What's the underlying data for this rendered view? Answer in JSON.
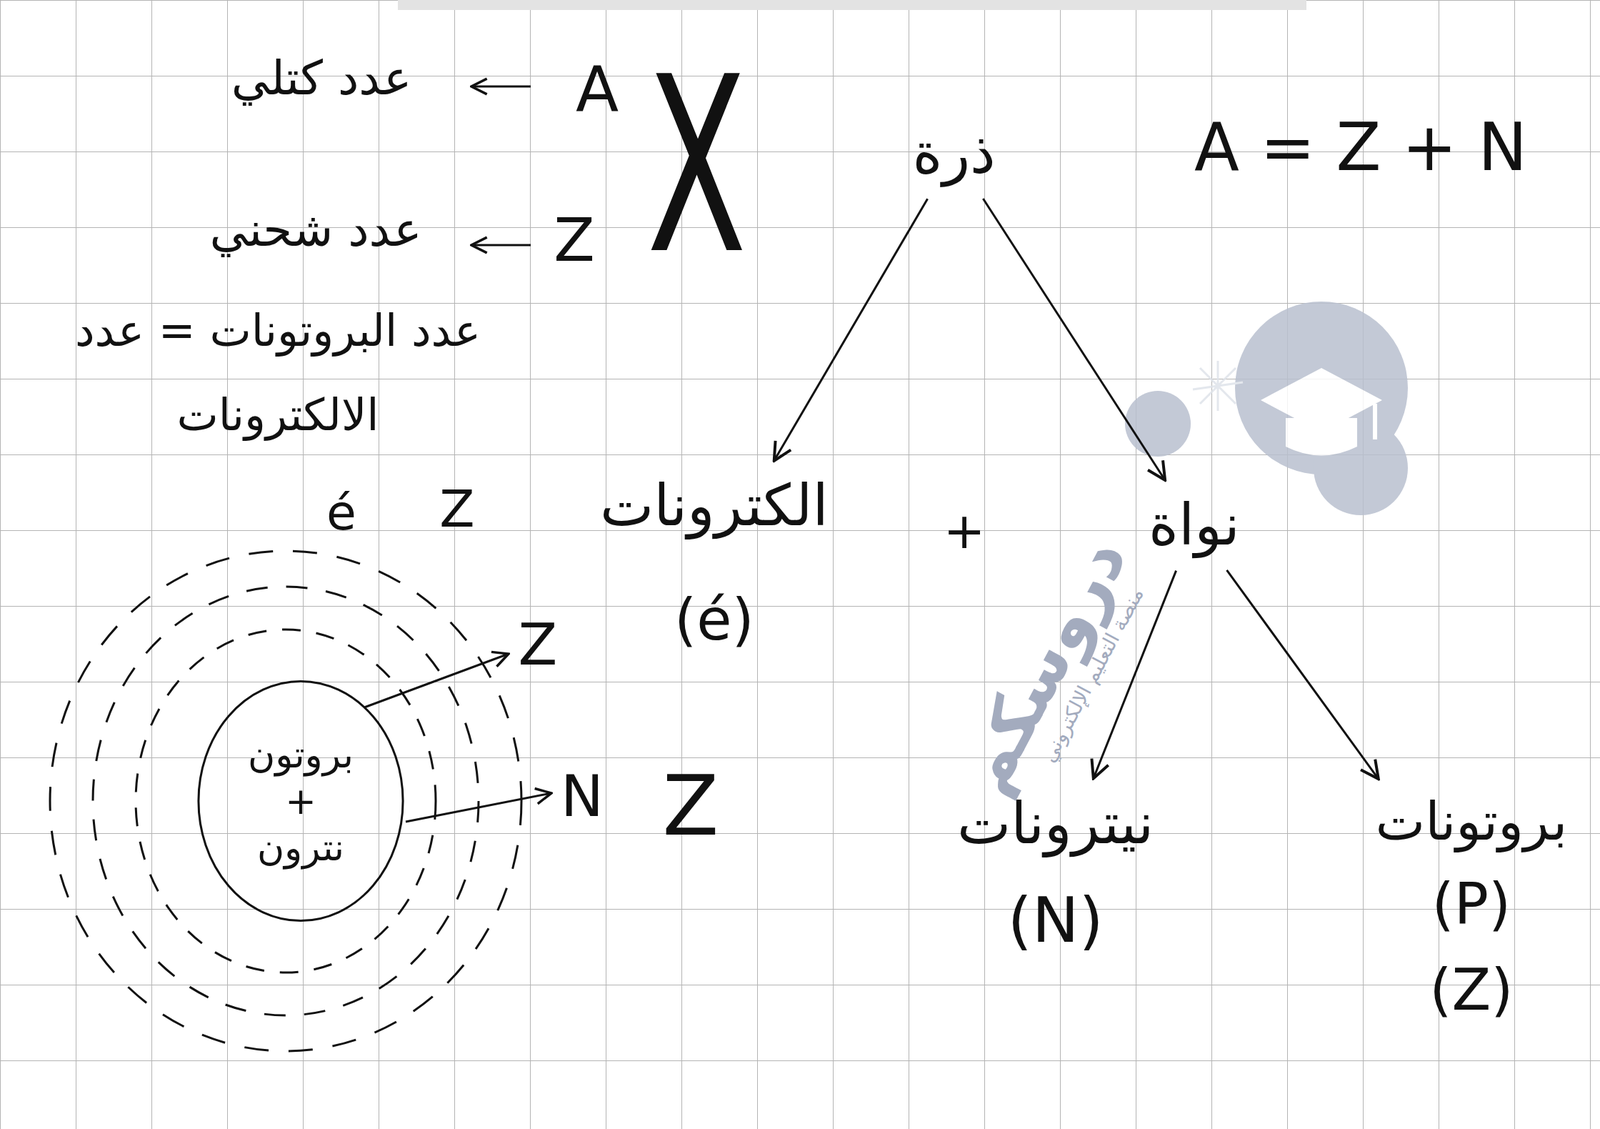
{
  "diagram": {
    "nodes": [
      {
        "text": [
          "ذرة"
        ]
      },
      {
        "text": [
          "الكترونات",
          "(é)"
        ]
      },
      {
        "text": [
          "نواة"
        ]
      },
      {
        "text": [
          "نيترونات",
          "(N)"
        ]
      },
      {
        "text": [
          "بروتونات",
          "(P)",
          "(Z)"
        ]
      },
      {
        "text": [
          "بروتون",
          "+",
          "نترون"
        ]
      }
    ],
    "edges": [
      {
        "from": 0,
        "to": 1,
        "arrow": "to"
      },
      {
        "from": 0,
        "to": 2,
        "arrow": "to"
      },
      {
        "from": 2,
        "to": 3,
        "arrow": "to"
      },
      {
        "from": 2,
        "to": 4,
        "arrow": "to"
      }
    ],
    "labels": [
      "A",
      "عدد كتلي",
      "Z",
      "عدد شحني",
      "X",
      "عدد البروتونات = عدد الالكترونات",
      "A = Z + N",
      "+",
      "é",
      "Z",
      "Z",
      "N",
      "Z",
      "دروسكم",
      "منصة التعليم الإلكتروني"
    ]
  }
}
